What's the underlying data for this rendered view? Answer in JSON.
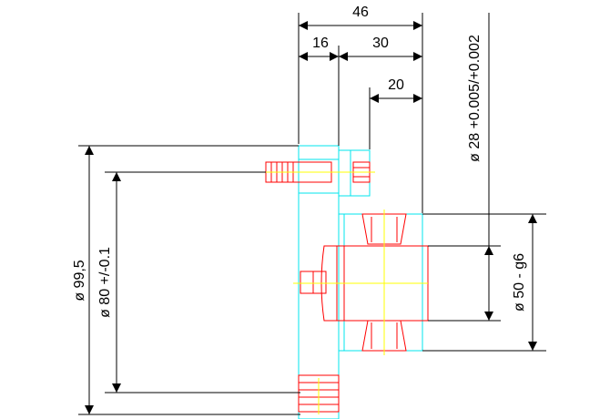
{
  "drawing": {
    "dimensions": {
      "overall_length": "46",
      "flange_thickness": "16",
      "body_length": "30",
      "hub_length": "20",
      "flange_diameter": "ø 99,5",
      "bolt_circle": "ø 80 +/-0.1",
      "bore_diameter": "ø 28 +0.005/+0.002",
      "body_diameter": "ø 50 - g6"
    },
    "colors": {
      "outline": "#00e5ee",
      "part": "#ff0000",
      "centerline": "#ffff00",
      "dimension": "#000000"
    }
  }
}
